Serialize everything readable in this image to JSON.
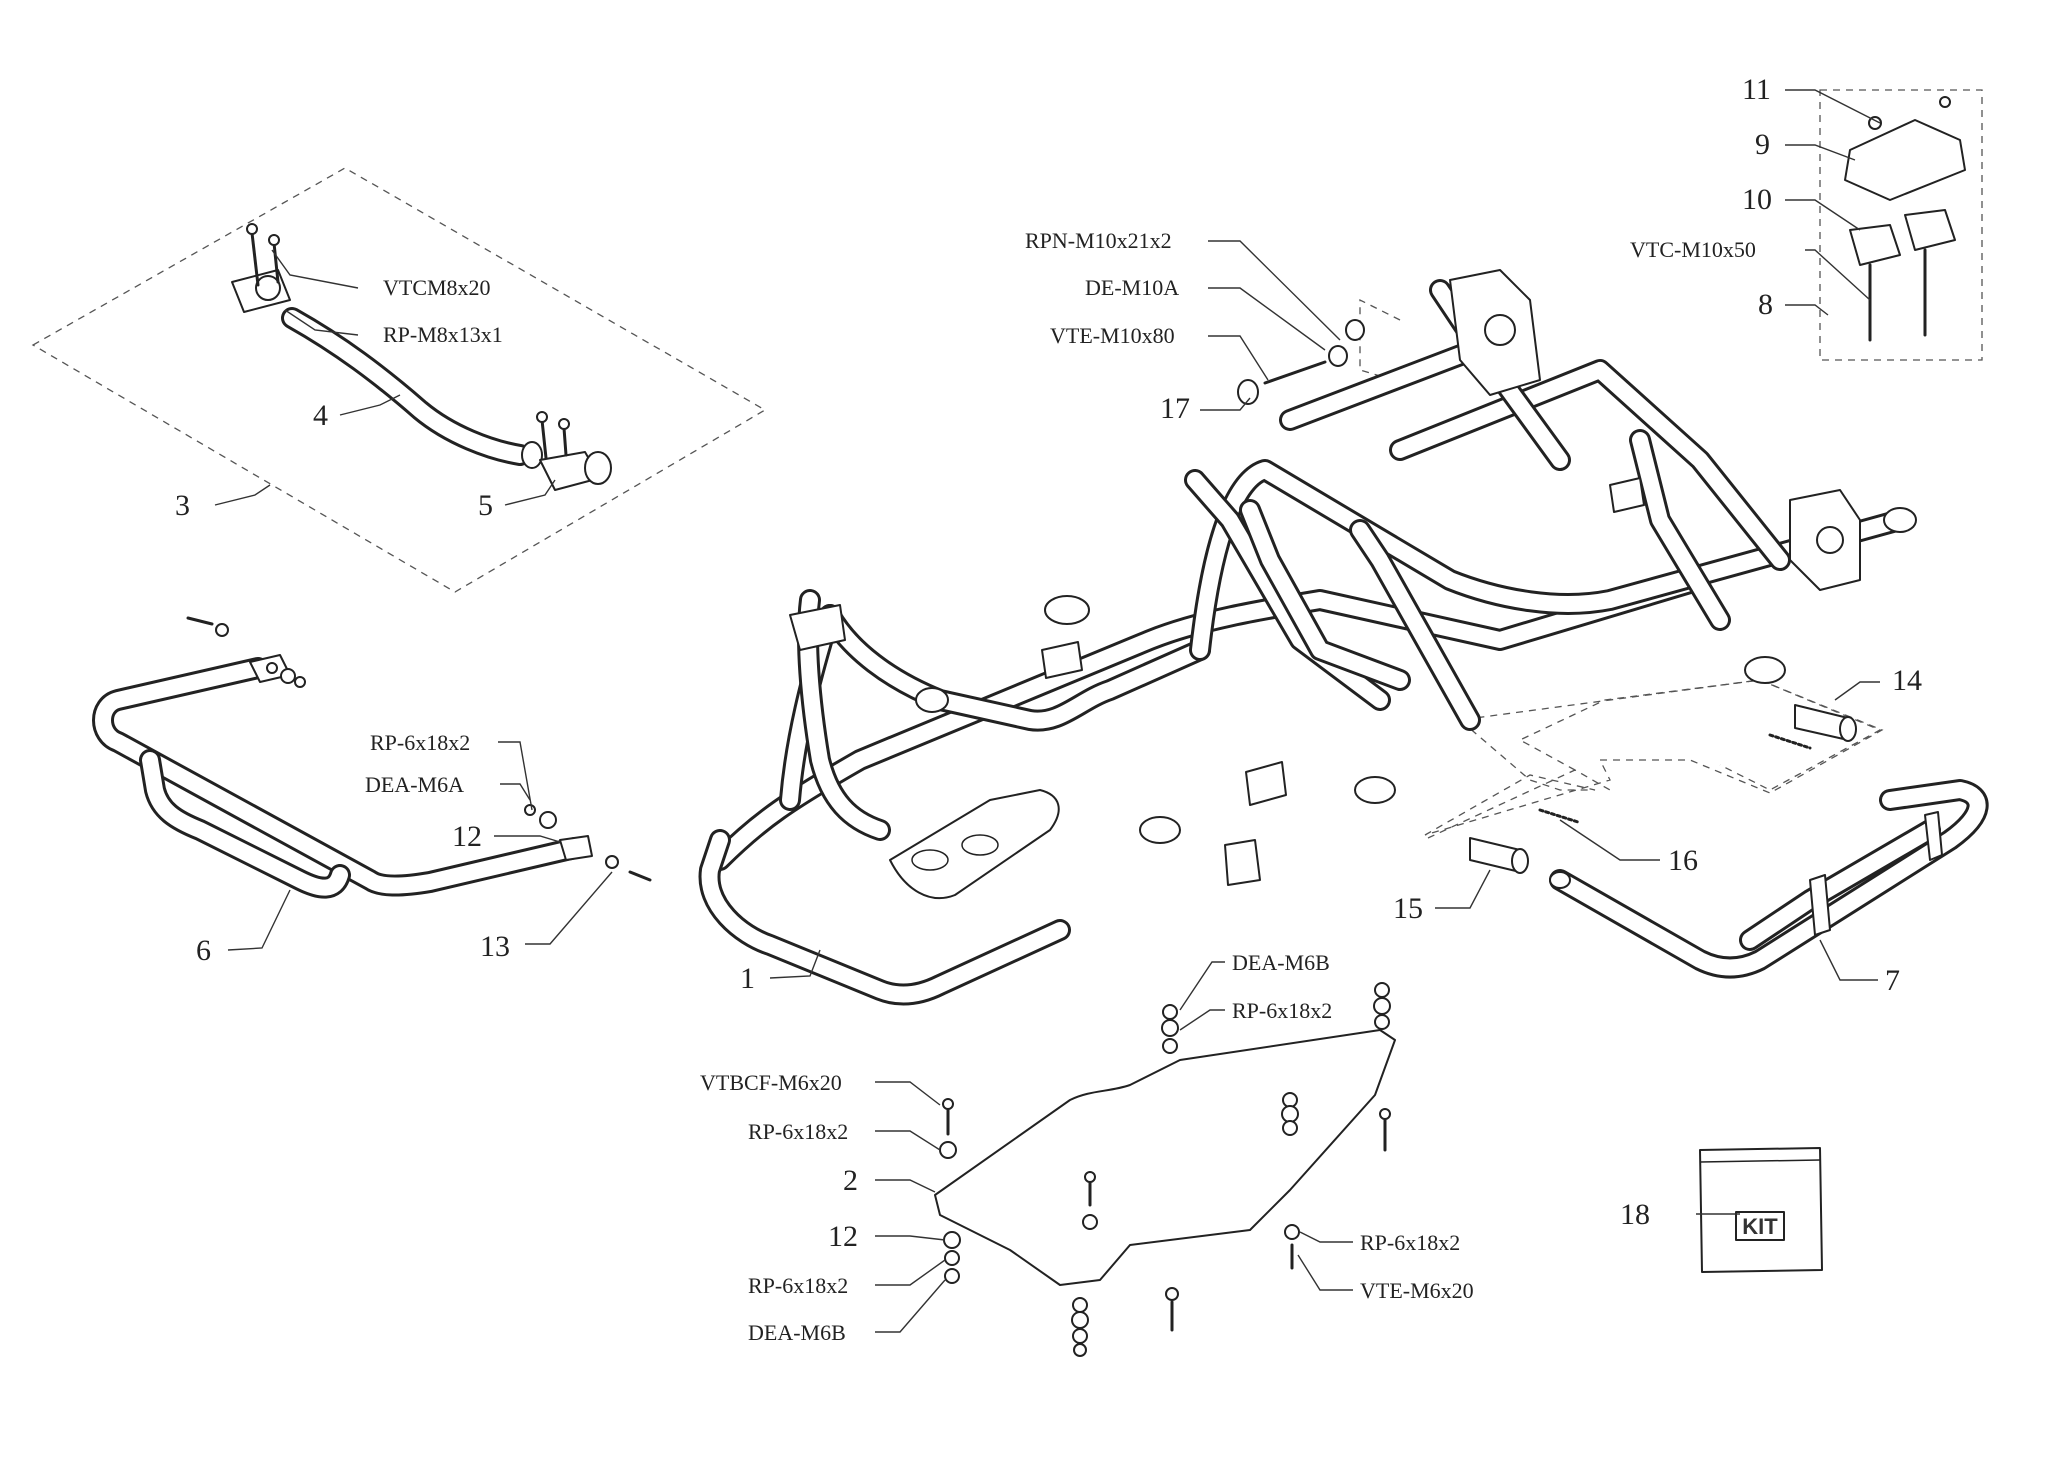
{
  "labels": {
    "l1": "1",
    "l2": "2",
    "l3": "3",
    "l4": "4",
    "l5": "5",
    "l6": "6",
    "l7": "7",
    "l8": "8",
    "l9": "9",
    "l10": "10",
    "l11": "11",
    "l12a": "12",
    "l12b": "12",
    "l13": "13",
    "l14": "14",
    "l15": "15",
    "l16": "16",
    "l17": "17",
    "l18": "18",
    "vtcm8x20": "VTCM8x20",
    "rp_m8x13x1": "RP-M8x13x1",
    "rpn_m10x21x2": "RPN-M10x21x2",
    "de_m10a": "DE-M10A",
    "vte_m10x80": "VTE-M10x80",
    "vtc_m10x50": "VTC-M10x50",
    "rp_6x18x2_a": "RP-6x18x2",
    "dea_m6a": "DEA-M6A",
    "dea_m6b_top": "DEA-M6B",
    "rp_6x18x2_top": "RP-6x18x2",
    "vtbcf_m6x20": "VTBCF-M6x20",
    "rp_6x18x2_b": "RP-6x18x2",
    "rp_6x18x2_c": "RP-6x18x2",
    "dea_m6b_bottom": "DEA-M6B",
    "rp_6x18x2_right": "RP-6x18x2",
    "vte_m6x20": "VTE-M6x20"
  },
  "kit": {
    "badge": "KIT"
  },
  "icons": [
    "frame",
    "floor-pan",
    "front-bumper",
    "rear-bumper",
    "steering-column-support",
    "seat-strut",
    "bushing",
    "spring",
    "kit-bag"
  ]
}
